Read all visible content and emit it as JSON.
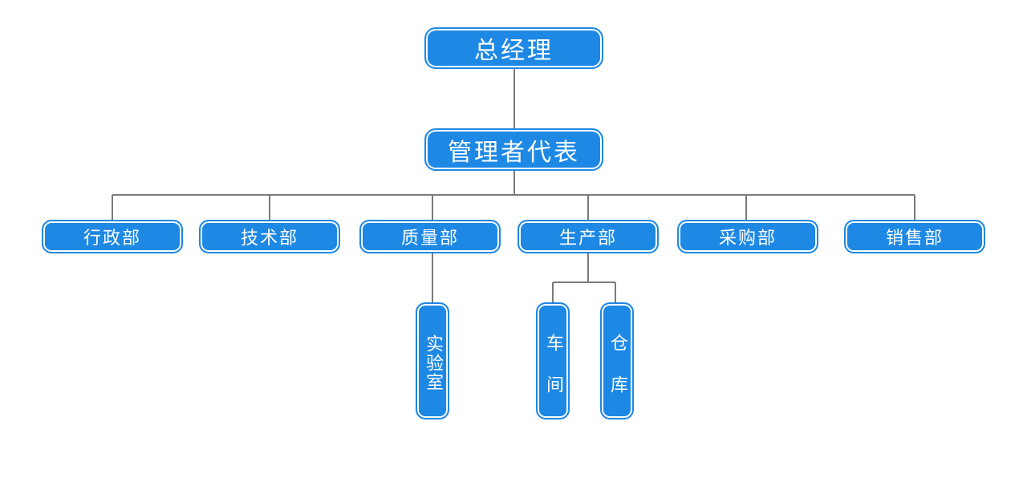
{
  "colors": {
    "node_fill": "#1e88e5",
    "node_inner_border": "#ffffff",
    "connector": "#7a7a7a",
    "text": "#ffffff",
    "background": "#ffffff"
  },
  "org_chart": {
    "root": {
      "label": "总经理",
      "child": {
        "label": "管理者代表",
        "departments": [
          {
            "label": "行政部"
          },
          {
            "label": "技术部"
          },
          {
            "label": "质量部",
            "children": [
              {
                "label": "实验室"
              }
            ]
          },
          {
            "label": "生产部",
            "children": [
              {
                "label": "车间"
              },
              {
                "label": "仓库"
              }
            ]
          },
          {
            "label": "采购部"
          },
          {
            "label": "销售部"
          }
        ]
      }
    }
  }
}
